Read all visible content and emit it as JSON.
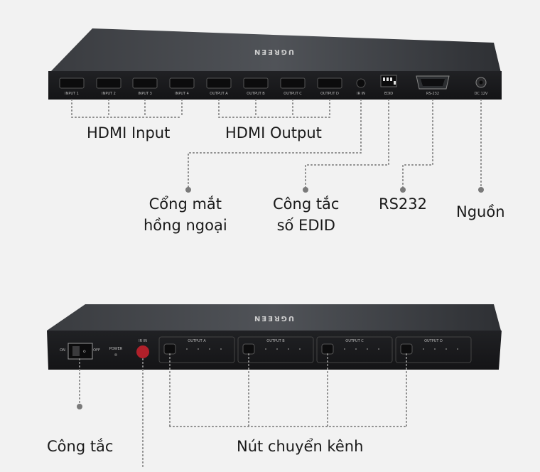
{
  "brand": "UGREEN",
  "rear_panel": {
    "inputs": [
      "INPUT 1",
      "INPUT 2",
      "INPUT 3",
      "INPUT 4"
    ],
    "outputs": [
      "OUTPUT A",
      "OUTPUT B",
      "OUTPUT C",
      "OUTPUT D"
    ],
    "ir_label": "IR IN",
    "edid_label": "EDID",
    "rs232_label": "RS-232",
    "dc_label": "DC 12V"
  },
  "front_panel": {
    "on_label": "ON",
    "off_label": "OFF",
    "power_label": "POWER",
    "ir_label": "IR IN",
    "output_groups": [
      "OUTPUT A",
      "OUTPUT B",
      "OUTPUT C",
      "OUTPUT D"
    ]
  },
  "callouts": {
    "hdmi_input": "HDMI Input",
    "hdmi_output": "HDMI Output",
    "ir_sensor_line1": "Cổng mắt",
    "ir_sensor_line2": "hồng ngoại",
    "edid_switch_line1": "Công tắc",
    "edid_switch_line2": "số EDID",
    "rs232": "RS232",
    "power": "Nguồn",
    "power_switch": "Công tắc",
    "channel_buttons": "Nút chuyển kênh"
  },
  "colors": {
    "device_body": "#2a2c2f",
    "device_face": "#1b1c1e",
    "leader_line": "#8a8a8a",
    "ir_window": "#b0202a"
  }
}
